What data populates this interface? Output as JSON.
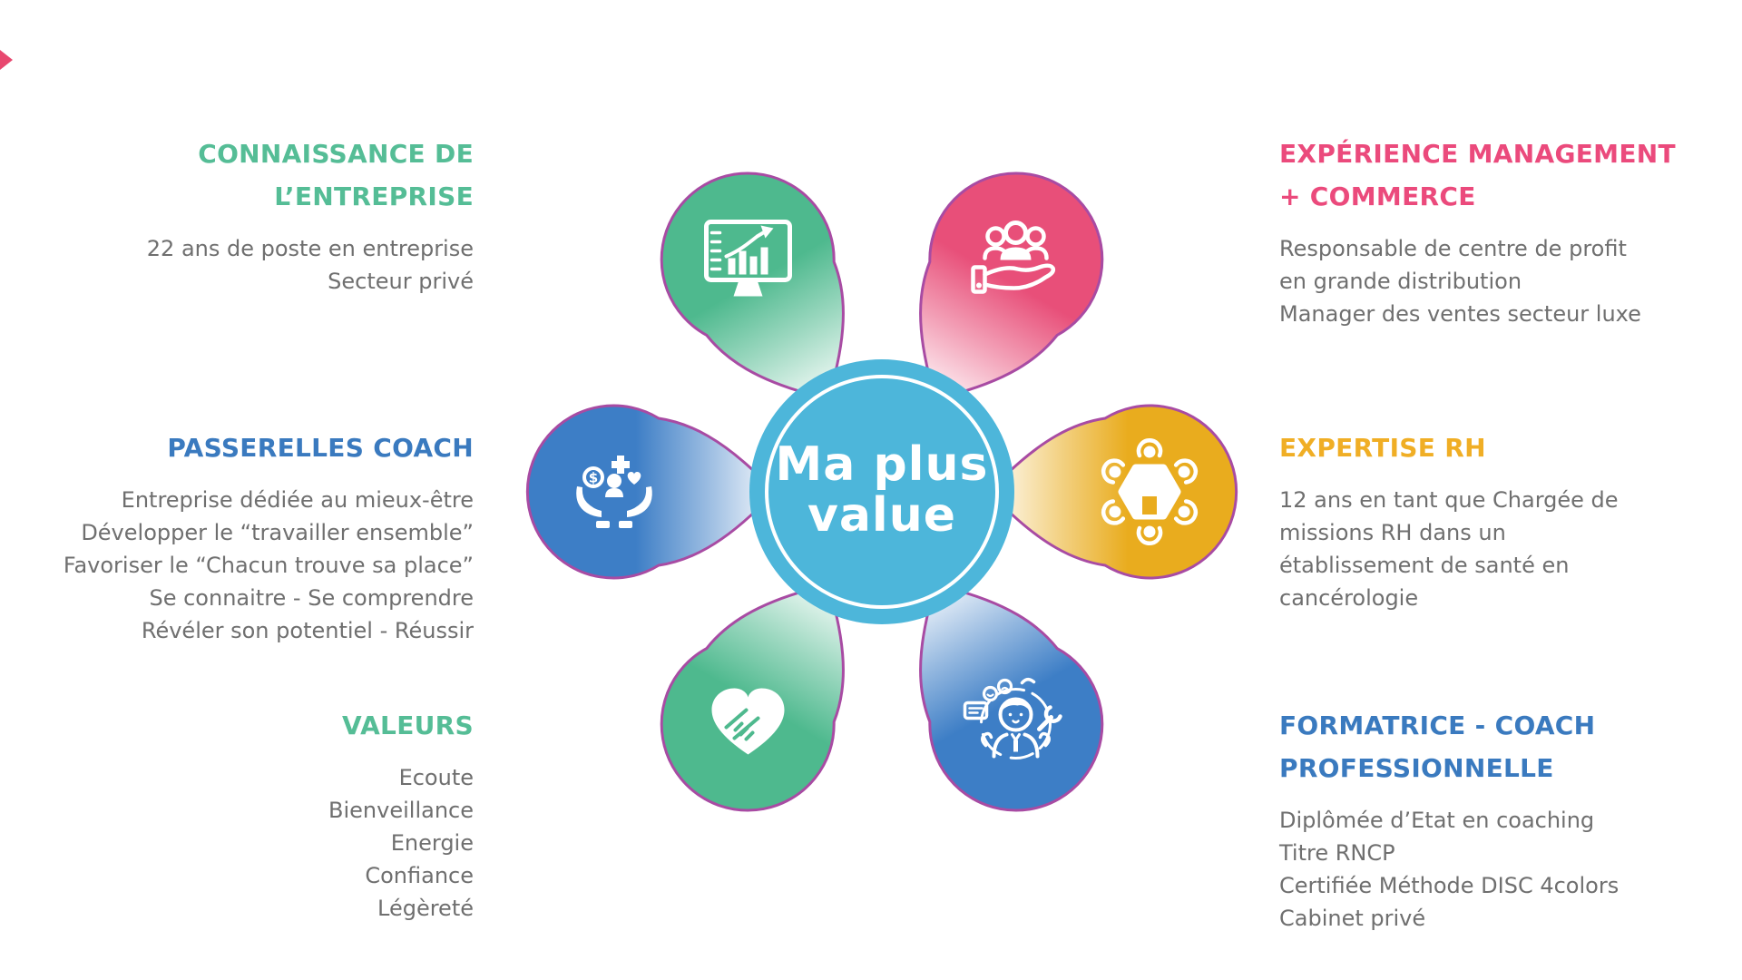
{
  "center": {
    "label": "Ma plus value",
    "bg_color": "#4DB6DA",
    "ring_color": "#FFFFFF"
  },
  "outline_color": "#A84BA3",
  "sections": {
    "left": [
      {
        "heading": "CONNAISSANCE DE L’ENTREPRISE",
        "heading_color": "#55BD96",
        "lines": [
          "22 ans de poste en entreprise",
          "Secteur privé"
        ]
      },
      {
        "heading": "PASSERELLES COACH",
        "heading_color": "#3A7ABF",
        "lines": [
          "Entreprise dédiée au mieux-être",
          "Développer le “travailler ensemble”",
          "Favoriser le “Chacun trouve sa place”",
          "Se connaitre - Se comprendre",
          "Révéler son potentiel - Réussir"
        ]
      },
      {
        "heading": "VALEURS",
        "heading_color": "#55BD96",
        "lines": [
          "Ecoute",
          "Bienveillance",
          "Energie",
          "Confiance",
          "Légèreté"
        ]
      }
    ],
    "right": [
      {
        "heading": "EXPÉRIENCE MANAGEMENT + COMMERCE",
        "heading_color": "#EB4A7C",
        "lines": [
          "Responsable de centre de profit",
          "en grande distribution",
          "Manager des ventes secteur luxe"
        ]
      },
      {
        "heading": "EXPERTISE RH",
        "heading_color": "#F0AE25",
        "lines": [
          "12 ans en tant que Chargée de",
          "missions RH dans un",
          "établissement de santé en",
          "cancérologie"
        ]
      },
      {
        "heading": "FORMATRICE - COACH PROFESSIONNELLE",
        "heading_color": "#3A7ABF",
        "lines": [
          "Diplômée d’Etat en coaching",
          "Titre RNCP",
          "Certifiée Méthode DISC 4colors",
          "Cabinet privé"
        ]
      }
    ]
  },
  "petals": [
    {
      "position": "top-left",
      "color": "#4EB98E",
      "icon": "growth-chart-monitor-icon"
    },
    {
      "position": "top-right",
      "color": "#E84F79",
      "icon": "team-in-hand-icon"
    },
    {
      "position": "left",
      "color": "#3D7EC6",
      "icon": "wellbeing-care-hands-icon"
    },
    {
      "position": "right",
      "color": "#E9AC1E",
      "icon": "round-table-collaboration-icon"
    },
    {
      "position": "bottom-left",
      "color": "#4EB98E",
      "icon": "handshake-heart-icon"
    },
    {
      "position": "bottom-right",
      "color": "#3D7EC6",
      "icon": "coach-support-person-icon"
    }
  ],
  "icon_dollar": "$"
}
